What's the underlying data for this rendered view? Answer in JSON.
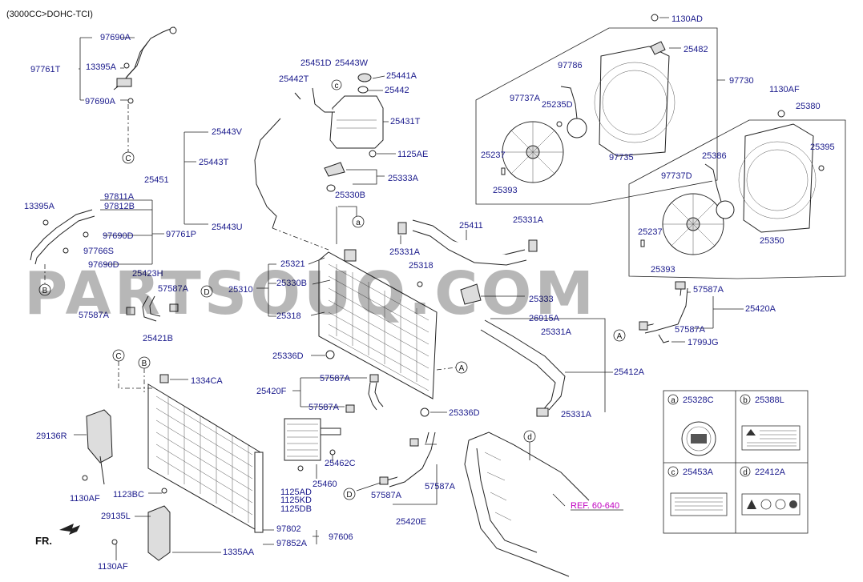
{
  "header": "(3000CC>DOHC-TCI)",
  "watermark": "PARTSOUQ.COM",
  "fr_label": "FR.",
  "ref_label": "REF. 60-640",
  "labels": {
    "p97690A_top": "97690A",
    "p97761T": "97761T",
    "p13395A_top": "13395A",
    "p97690A_bot": "97690A",
    "p25451D": "25451D",
    "p25443W": "25443W",
    "p25441A": "25441A",
    "p25442T": "25442T",
    "p25442": "25442",
    "p25431T": "25431T",
    "p1125AE": "1125AE",
    "p25443V": "25443V",
    "p25443T": "25443T",
    "p25451": "25451",
    "p25443U": "25443U",
    "p25333A": "25333A",
    "p25330B_top": "25330B",
    "p25411": "25411",
    "p25331A_1": "25331A",
    "p25331A_2": "25331A",
    "p25318_r": "25318",
    "p1130AD": "1130AD",
    "p25482": "25482",
    "p97786": "97786",
    "p97737A_1": "97737A",
    "p25235D": "25235D",
    "p97730": "97730",
    "p1130AF_top": "1130AF",
    "p25380": "25380",
    "p25237_1": "25237",
    "p25393_1": "25393",
    "p97735": "97735",
    "p25395": "25395",
    "p25386": "25386",
    "p97737D": "97737D",
    "p25237_2": "25237",
    "p25393_2": "25393",
    "p25350": "25350",
    "p13395A_left": "13395A",
    "p97811A": "97811A",
    "p97812B": "97812B",
    "p97690D_1": "97690D",
    "p97761P": "97761P",
    "p97766S": "97766S",
    "p97690D_2": "97690D",
    "p25321": "25321",
    "p25310": "25310",
    "p25330B_mid": "25330B",
    "p25318_l": "25318",
    "p25423H": "25423H",
    "p57587A_1": "57587A",
    "p57587A_2": "57587A",
    "p25421B": "25421B",
    "p25333": "25333",
    "p26915A": "26915A",
    "p25331A_3": "25331A",
    "p57587A_3": "57587A",
    "p25420A": "25420A",
    "p57587A_4": "57587A",
    "p1799JG": "1799JG",
    "p25336D_1": "25336D",
    "p25412A": "25412A",
    "p57587A_5": "57587A",
    "p25420F": "25420F",
    "p57587A_6": "57587A",
    "p25336D_2": "25336D",
    "p25331A_4": "25331A",
    "p1334CA": "1334CA",
    "p29136R": "29136R",
    "p1130AF_l": "1130AF",
    "p1123BC": "1123BC",
    "p29135L": "29135L",
    "p1130AF_b": "1130AF",
    "p25462C": "25462C",
    "p25460": "25460",
    "p1125AD": "1125AD",
    "p1125KD": "1125KD",
    "p1125DB": "1125DB",
    "p97802": "97802",
    "p97606": "97606",
    "p97852A": "97852A",
    "p1335AA": "1335AA",
    "p57587A_7": "57587A",
    "p57587A_8": "57587A",
    "p25420E": "25420E"
  },
  "callouts": [
    "C",
    "B",
    "A",
    "D",
    "a",
    "C",
    "B",
    "A",
    "D"
  ],
  "legend": [
    {
      "letter": "a",
      "code": "25328C"
    },
    {
      "letter": "b",
      "code": "25388L"
    },
    {
      "letter": "c",
      "code": "25453A"
    },
    {
      "letter": "d",
      "code": "22412A"
    }
  ]
}
